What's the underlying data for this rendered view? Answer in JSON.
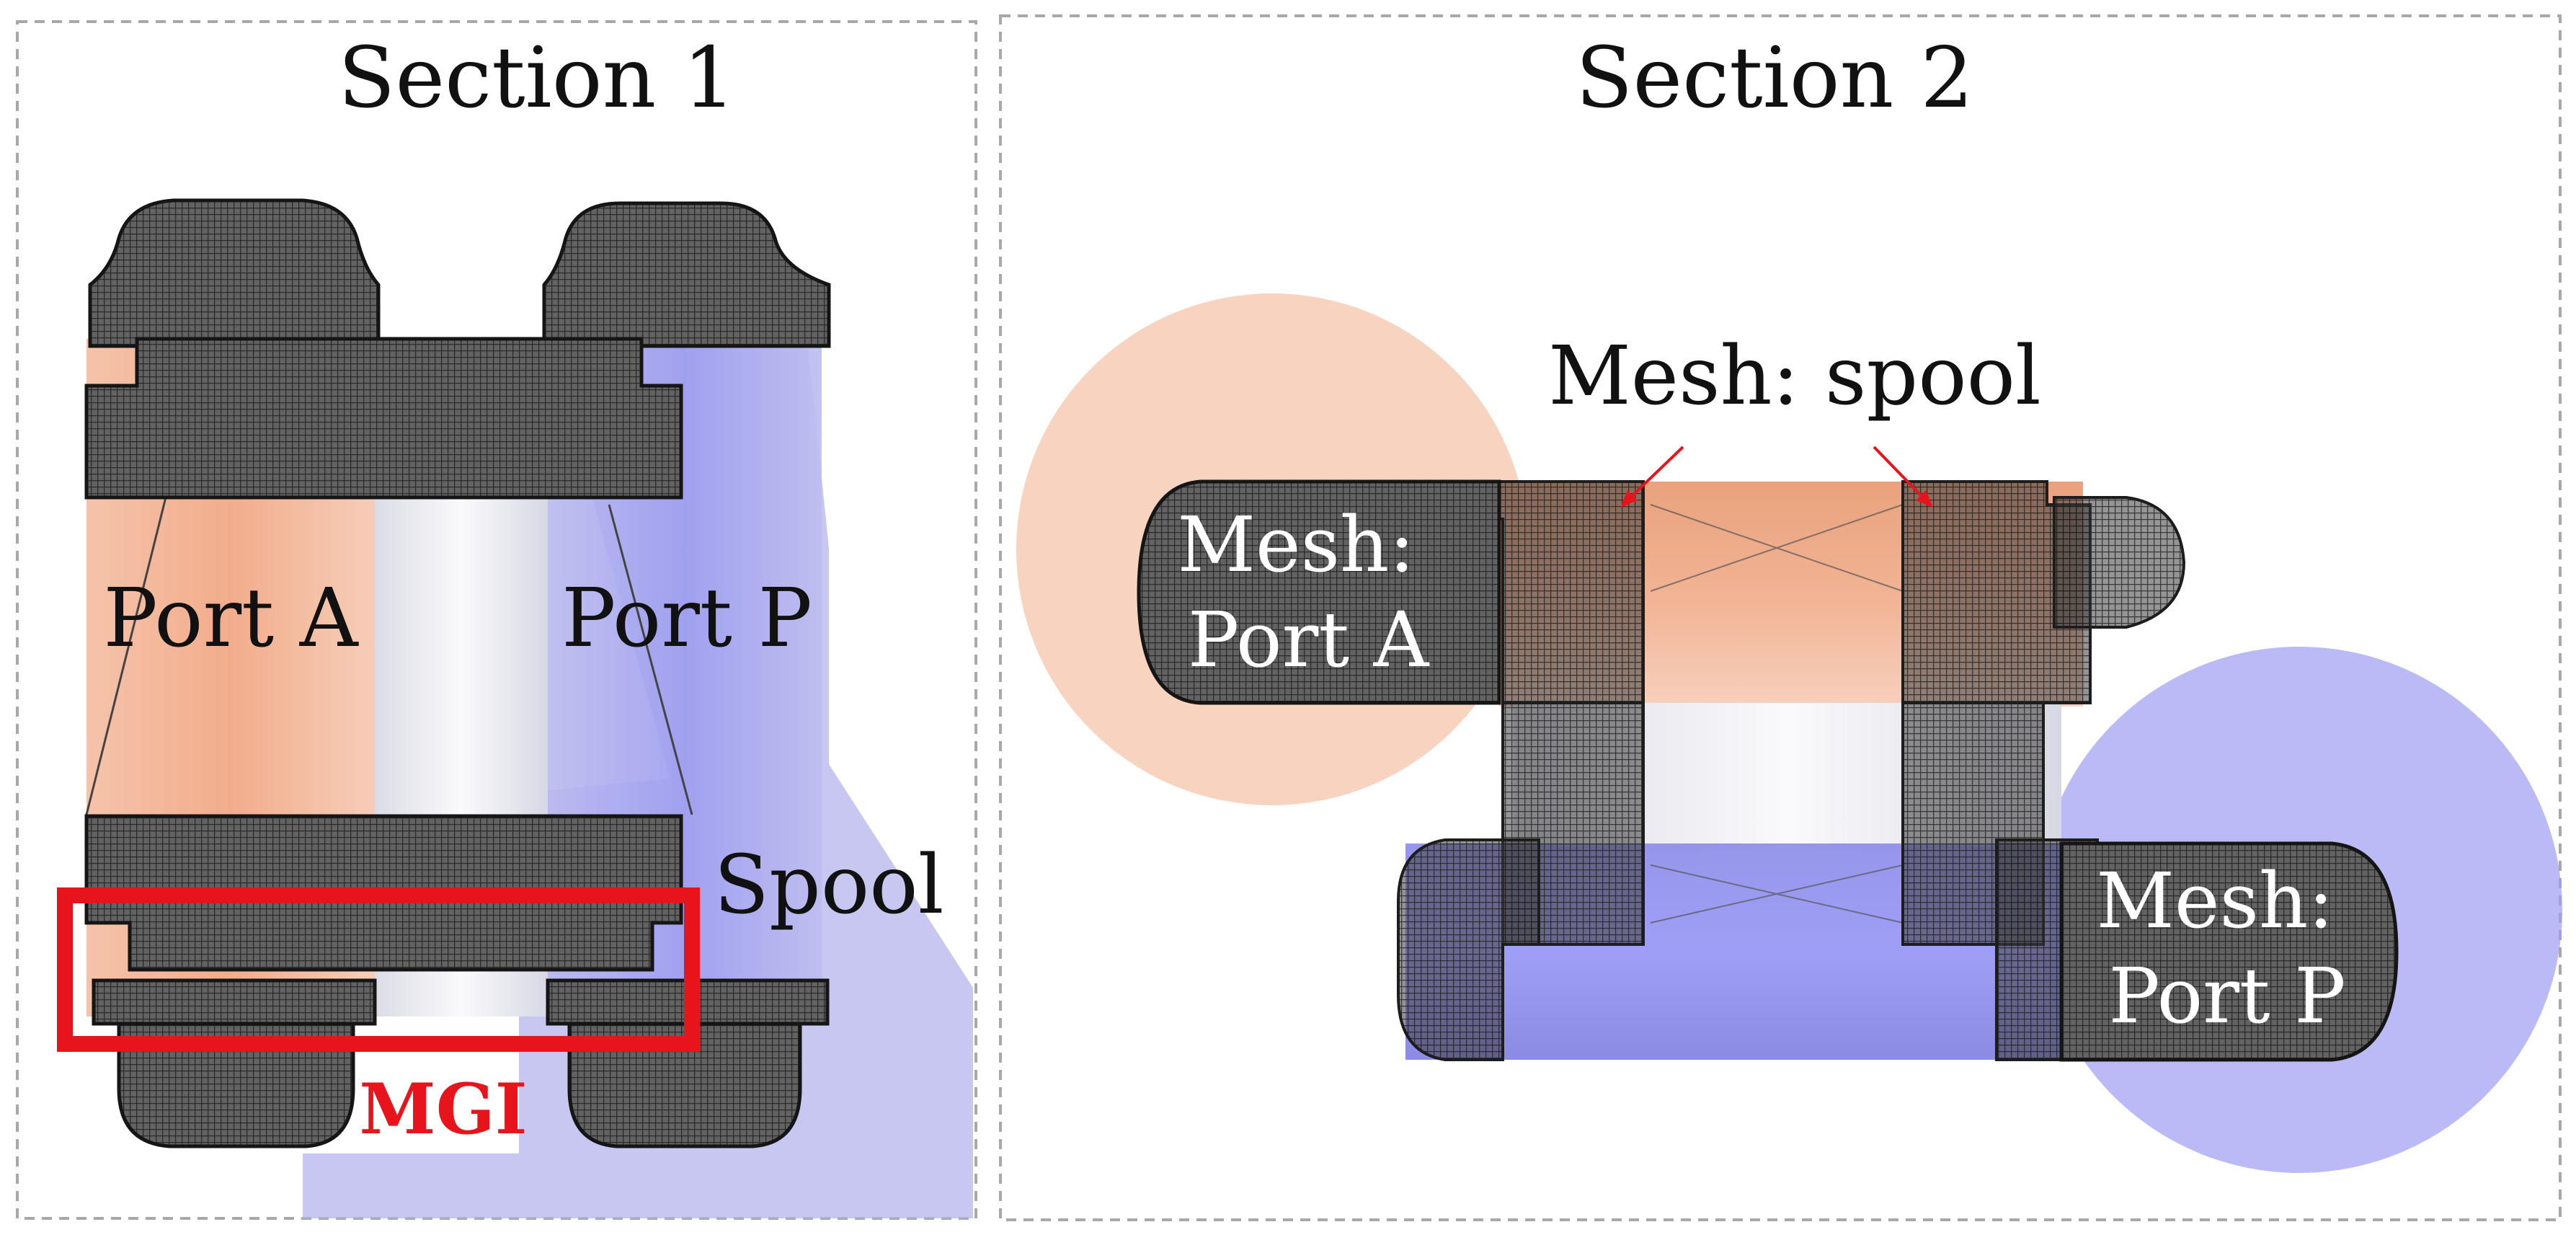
{
  "sections": [
    {
      "title": "Section 1"
    },
    {
      "title": "Section 2"
    }
  ],
  "section1": {
    "port_a": "Port A",
    "port_p": "Port P",
    "spool": "Spool",
    "mgi": "MGI"
  },
  "section2": {
    "mesh_spool": "Mesh: spool",
    "mesh_port_a": [
      "Mesh:",
      "Port A"
    ],
    "mesh_port_p": [
      "Mesh:",
      "Port P"
    ]
  },
  "colors": {
    "port_a_fill": "#f2b08f",
    "port_p_fill": "#8d8df2",
    "mesh_fill": "#5e5e5e",
    "mesh_line": "#2a2a2a",
    "highlight": "#e8141b",
    "frame": "#a8a8a8",
    "text": "#111111"
  },
  "icons": [
    "mesh-grid-pattern",
    "leader-arrow"
  ]
}
